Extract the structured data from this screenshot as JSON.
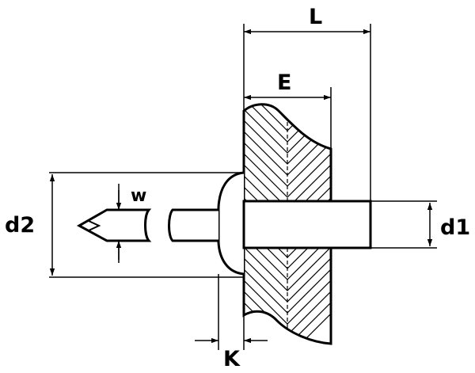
{
  "labels": {
    "L": "L",
    "E": "E",
    "w": "w",
    "d2": "d2",
    "d1": "d1",
    "K": "K"
  },
  "colors": {
    "line": "#000000",
    "hatch": "#000000",
    "fill": "#ffffff"
  }
}
